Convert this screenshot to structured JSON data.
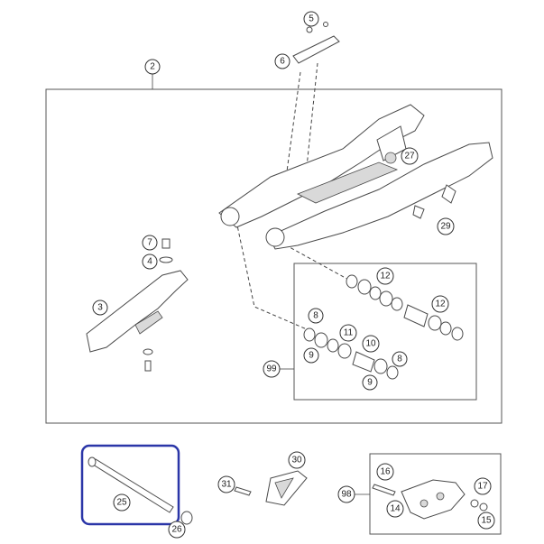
{
  "diagram": {
    "highlight_color": "#2b36a8",
    "line_color": "#555555",
    "callouts": [
      {
        "id": "c5",
        "label": "5"
      },
      {
        "id": "c6",
        "label": "6"
      },
      {
        "id": "c2",
        "label": "2"
      },
      {
        "id": "c27",
        "label": "27"
      },
      {
        "id": "c29",
        "label": "29"
      },
      {
        "id": "c7",
        "label": "7"
      },
      {
        "id": "c4",
        "label": "4"
      },
      {
        "id": "c3",
        "label": "3"
      },
      {
        "id": "c12a",
        "label": "12"
      },
      {
        "id": "c12b",
        "label": "12"
      },
      {
        "id": "c8a",
        "label": "8"
      },
      {
        "id": "c11",
        "label": "11"
      },
      {
        "id": "c9a",
        "label": "9"
      },
      {
        "id": "c10",
        "label": "10"
      },
      {
        "id": "c8b",
        "label": "8"
      },
      {
        "id": "c99",
        "label": "99"
      },
      {
        "id": "c9b",
        "label": "9"
      },
      {
        "id": "c30",
        "label": "30"
      },
      {
        "id": "c31",
        "label": "31"
      },
      {
        "id": "c25",
        "label": "25"
      },
      {
        "id": "c26",
        "label": "26"
      },
      {
        "id": "c16",
        "label": "16"
      },
      {
        "id": "c98",
        "label": "98"
      },
      {
        "id": "c17",
        "label": "17"
      },
      {
        "id": "c14",
        "label": "14"
      },
      {
        "id": "c15",
        "label": "15"
      }
    ]
  }
}
